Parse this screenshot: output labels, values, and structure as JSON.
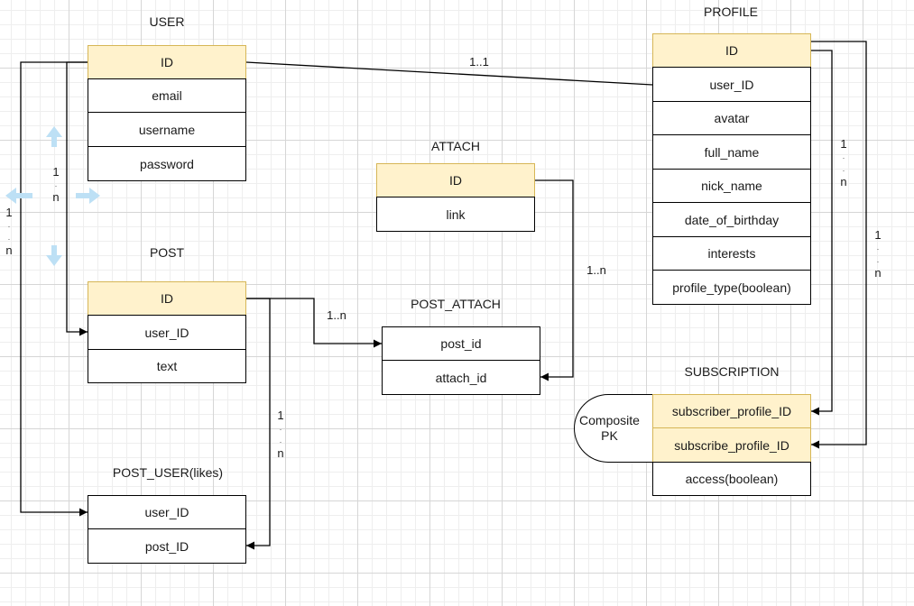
{
  "entities": {
    "user": {
      "title": "USER",
      "fields": [
        "ID",
        "email",
        "username",
        "password"
      ]
    },
    "profile": {
      "title": "PROFILE",
      "fields": [
        "ID",
        "user_ID",
        "avatar",
        "full_name",
        "nick_name",
        "date_of_birthday",
        "interests",
        "profile_type(boolean)"
      ]
    },
    "attach": {
      "title": "ATTACH",
      "fields": [
        "ID",
        "link"
      ]
    },
    "post": {
      "title": "POST",
      "fields": [
        "ID",
        "user_ID",
        "text"
      ]
    },
    "post_attach": {
      "title": "POST_ATTACH",
      "fields": [
        "post_id",
        "attach_id"
      ]
    },
    "subscription": {
      "title": "SUBSCRIPTION",
      "fields": [
        "subscriber_profile_ID",
        "subscribe_profile_ID",
        "access(boolean)"
      ]
    },
    "post_user": {
      "title": "POST_USER(likes)",
      "fields": [
        "user_ID",
        "post_ID"
      ]
    }
  },
  "relations": {
    "user_profile": "1..1",
    "post_post_attach": "1..n",
    "attach_post_attach": "1..n",
    "user_post": [
      "1",
      ".",
      "n"
    ],
    "user_post_user": [
      "1",
      ".",
      ".",
      "n"
    ],
    "post_post_user": [
      "1",
      ".",
      ".",
      "n"
    ],
    "profile_subscriber": [
      "1",
      ".",
      ".",
      "n"
    ],
    "profile_subscribe": [
      "1",
      ".",
      ".",
      "n"
    ]
  },
  "composite_label": "Composite\nPK",
  "colors": {
    "pk_fill": "#fff2cc",
    "pk_border": "#d6b656",
    "resize_handle": "#bde0f5"
  }
}
